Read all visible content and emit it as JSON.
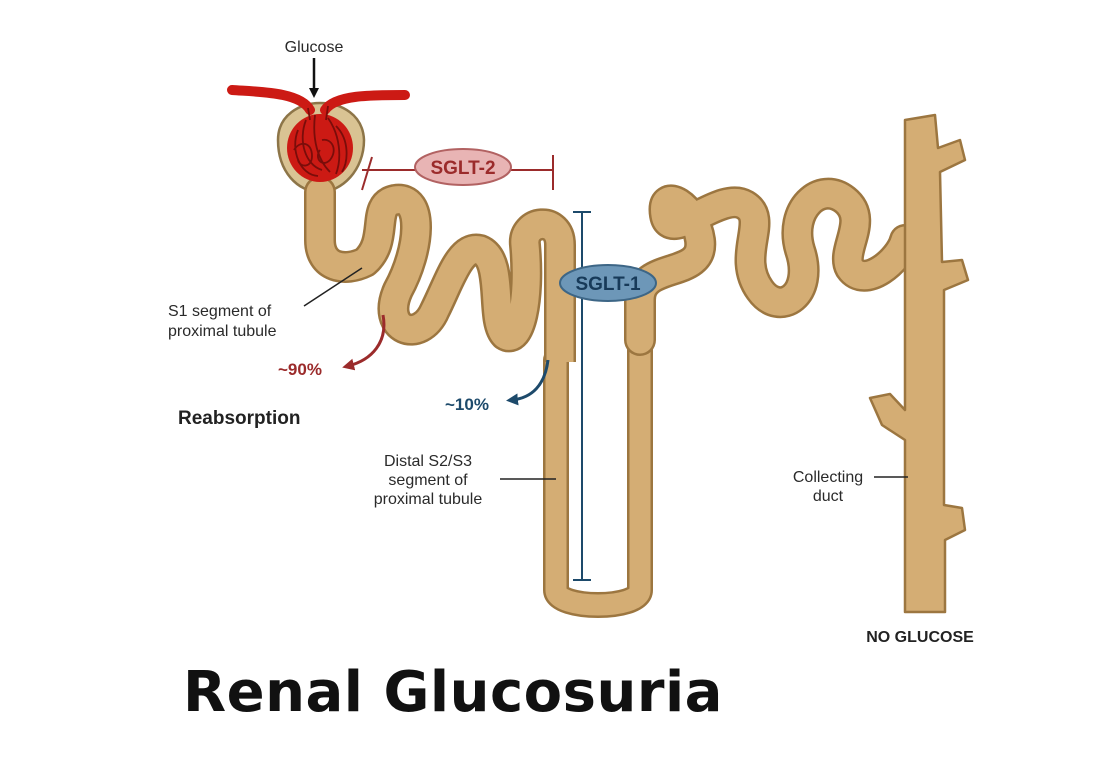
{
  "labels": {
    "glucose": "Glucose",
    "sglt2": "SGLT-2",
    "sglt1": "SGLT-1",
    "s1_line1": "S1 segment of",
    "s1_line2": "proximal tubule",
    "pct90": "~90%",
    "pct10": "~10%",
    "reabsorption": "Reabsorption",
    "distal_line1": "Distal S2/S3",
    "distal_line2": "segment of",
    "distal_line3": "proximal tubule",
    "collecting_line1": "Collecting",
    "collecting_line2": "duct",
    "no_glucose": "NO GLUCOSE"
  },
  "title": "Renal Glucosuria",
  "colors": {
    "tubule_fill": "#d4ad74",
    "tubule_outline": "#9c7640",
    "capillary": "#cc1a14",
    "sglt2_fill": "#e8b4b4",
    "sglt2_text": "#9b2b2b",
    "sglt1_fill": "#6d97b8",
    "sglt1_text": "#173a59",
    "arrow_90": "#9b2b2b",
    "arrow_10": "#1d4a6b"
  }
}
